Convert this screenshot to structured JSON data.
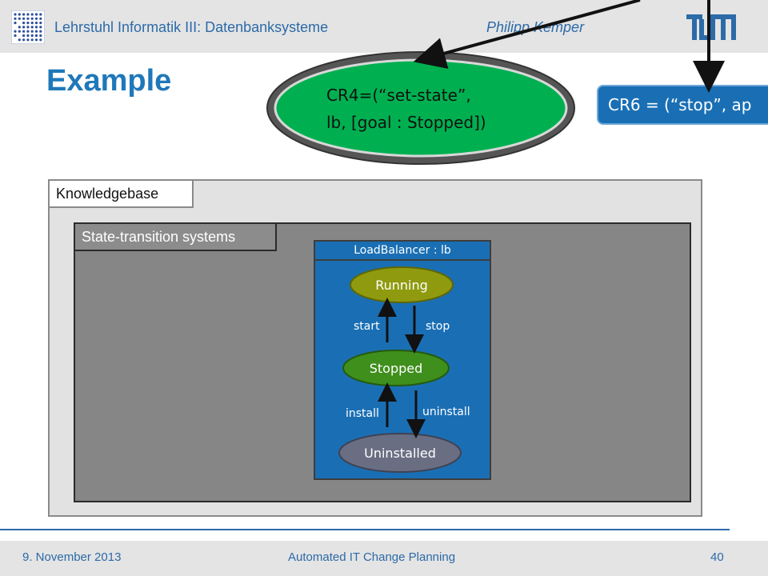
{
  "header": {
    "chair": "Lehrstuhl Informatik III: Datenbanksysteme",
    "author": "Philipp Kemper",
    "logo_text": "TUM"
  },
  "title": "Example",
  "cr4": {
    "line1": "CR4=(“set-state”,",
    "line2": "lb, [goal : Stopped])"
  },
  "cr6": {
    "text": "CR6 = (“stop”, ap"
  },
  "knowledgebase": {
    "label": "Knowledgebase",
    "sts_label": "State-transition systems",
    "loadbalancer": {
      "header": "LoadBalancer : lb",
      "states": [
        "Running",
        "Stopped",
        "Uninstalled"
      ],
      "transitions": {
        "start": "start",
        "stop": "stop",
        "install": "install",
        "uninstall": "uninstall"
      }
    }
  },
  "colors": {
    "accent": "#1f78b9",
    "cr4_fill": "#00b050",
    "box_blue": "#1a6fb4",
    "running": "#8f9a0f",
    "stopped": "#3f8f1c",
    "uninstalled": "#6a6e82"
  },
  "footer": {
    "date": "9. November 2013",
    "talk": "Automated IT Change Planning",
    "page": "40"
  }
}
